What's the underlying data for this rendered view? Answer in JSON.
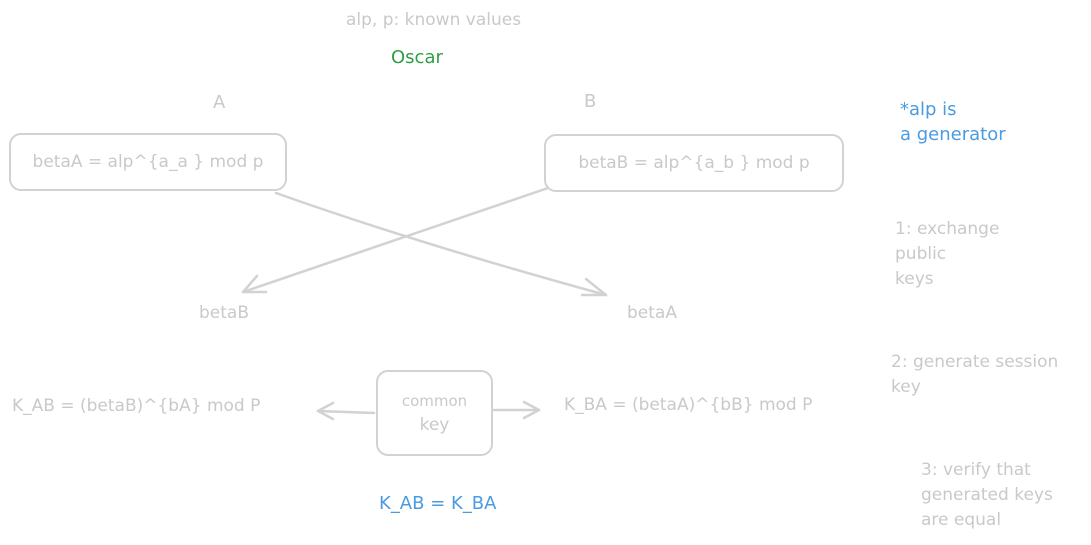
{
  "header": {
    "known_values": "alp, p: known values",
    "eavesdropper": "Oscar"
  },
  "parties": {
    "a_label": "A",
    "b_label": "B",
    "a_box": "betaA = alp^{a_a } mod p",
    "b_box": "betaB = alp^{a_b } mod p",
    "a_receives": "betaB",
    "b_receives": "betaA"
  },
  "session": {
    "left_formula": "K_AB = (betaB)^{bA} mod P",
    "common_key_line1": "common",
    "common_key_line2": "key",
    "right_formula": "K_BA = (betaA)^{bB} mod P",
    "equality": "K_AB = K_BA"
  },
  "notes": {
    "generator_line1": "*alp is",
    "generator_line2": "a generator",
    "step1_line1": "1: exchange",
    "step1_line2": "public",
    "step1_line3": "keys",
    "step2_line1": "2: generate session",
    "step2_line2": "key",
    "step3_line1": "3: verify that",
    "step3_line2": "generated keys",
    "step3_line3": "are equal"
  },
  "colors": {
    "muted": "#c9c9c9",
    "stroke": "#d2d2d2",
    "oscar": "#2f9e44",
    "accent": "#4a9be0"
  }
}
